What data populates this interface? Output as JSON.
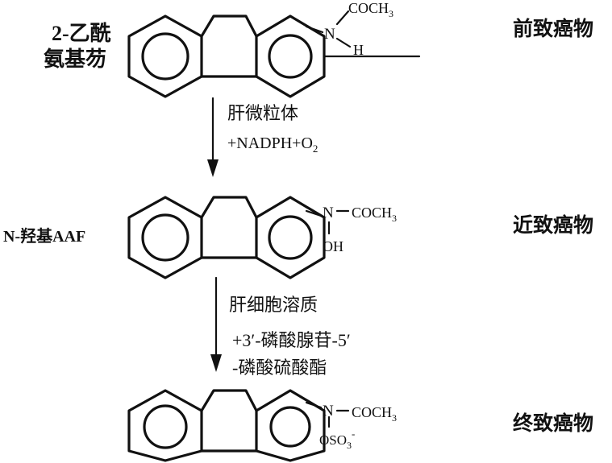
{
  "stage1": {
    "name_line1": "2-乙酰",
    "name_line2": "氨基芴",
    "substituent": "N—COCH₃",
    "n_label": "N",
    "acyl_label": "COCH",
    "acyl_sub": "3",
    "h_label": "H",
    "stage_label": "前致癌物"
  },
  "step1": {
    "line1": "肝微粒体",
    "line2_a": "+NADPH+O",
    "line2_sub": "2"
  },
  "stage2": {
    "name": "N-羟基AAF",
    "n_label": "N",
    "acyl_label": "COCH",
    "acyl_sub": "3",
    "oh_label": "OH",
    "stage_label": "近致癌物"
  },
  "step2": {
    "line1": "肝细胞溶质",
    "line2": "+3′-磷酸腺苷-5′",
    "line3": "-磷酸硫酸酯"
  },
  "stage3": {
    "n_label": "N",
    "acyl_label": "COCH",
    "acyl_sub": "3",
    "oso_label": "OSO",
    "oso_sub": "3",
    "oso_sup": "-",
    "stage_label": "终致癌物"
  }
}
